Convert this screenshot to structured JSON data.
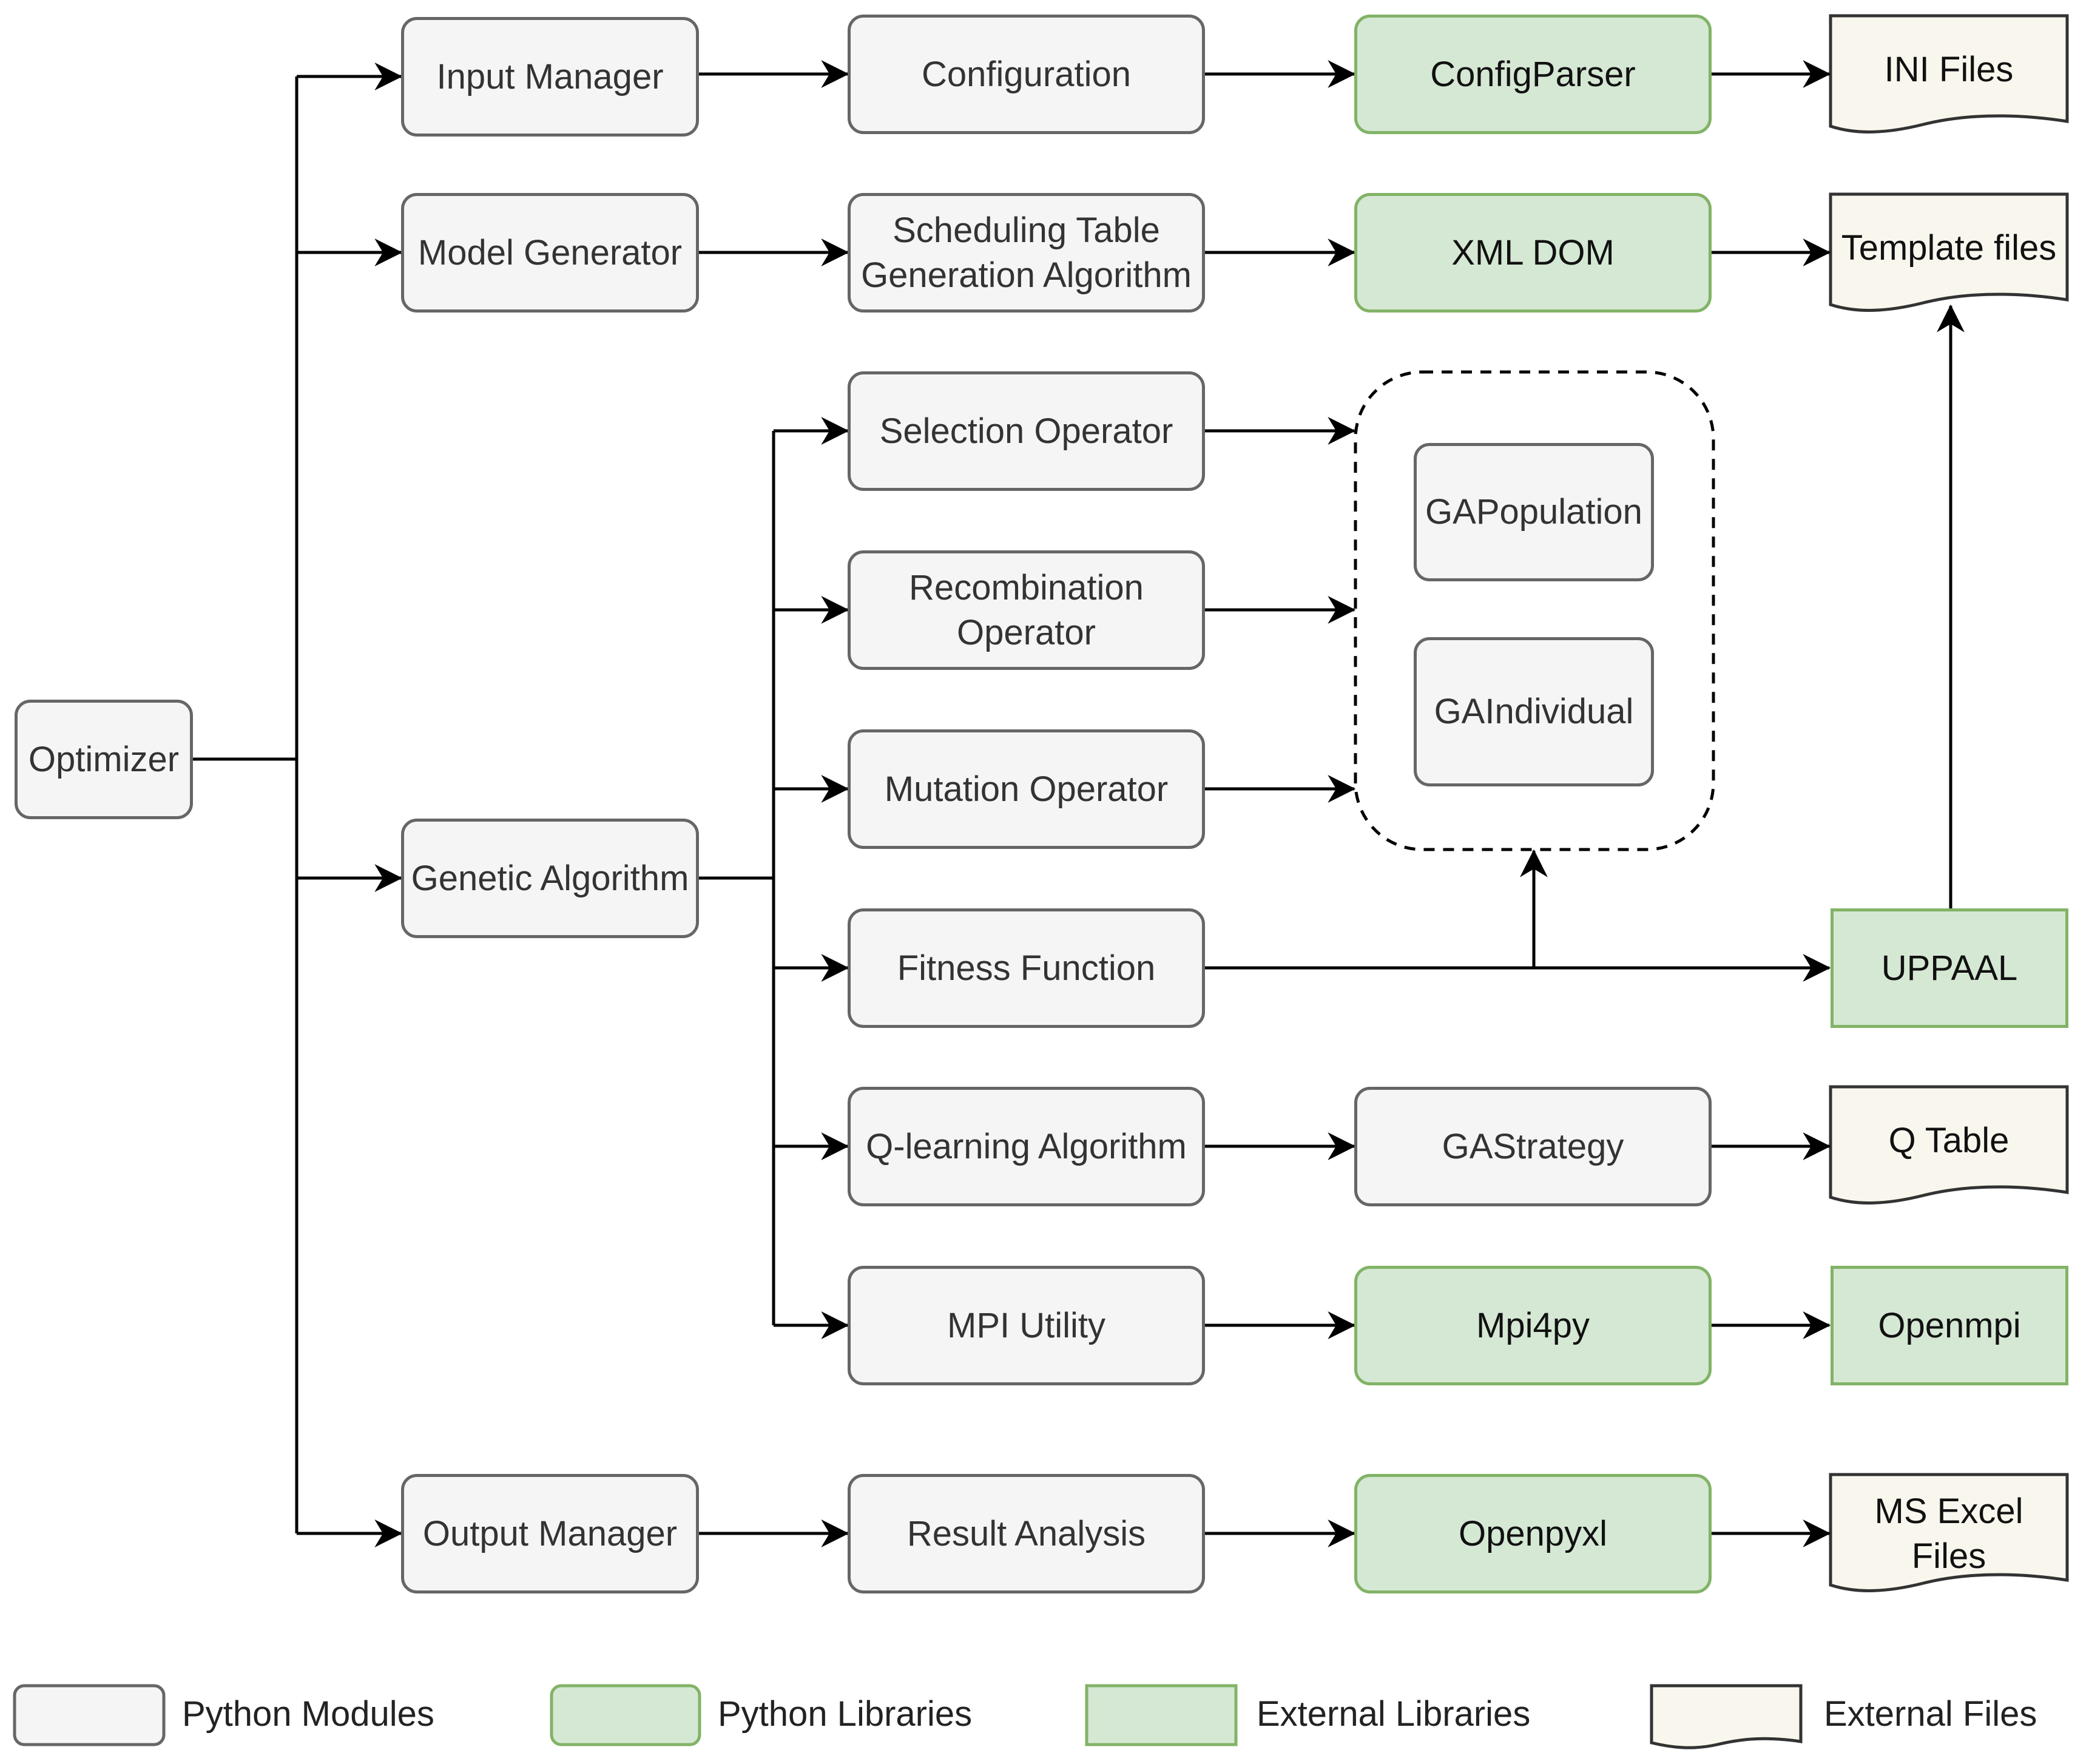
{
  "nodes": {
    "optimizer": "Optimizer",
    "input_manager": "Input Manager",
    "configuration": "Configuration",
    "configparser": "ConfigParser",
    "ini_files": "INI Files",
    "model_generator": "Model Generator",
    "scheduling_table": "Scheduling Table\nGeneration Algorithm",
    "xml_dom": "XML DOM",
    "template_files": "Template files",
    "selection_operator": "Selection Operator",
    "recombination_operator": "Recombination\nOperator",
    "mutation_operator": "Mutation Operator",
    "genetic_algorithm": "Genetic Algorithm",
    "ga_population": "GAPopulation",
    "ga_individual": "GAIndividual",
    "fitness_function": "Fitness Function",
    "uppaal": "UPPAAL",
    "q_learning": "Q-learning Algorithm",
    "ga_strategy": "GAStrategy",
    "q_table": "Q Table",
    "mpi_utility": "MPI Utility",
    "mpi4py": "Mpi4py",
    "openmpi": "Openmpi",
    "output_manager": "Output Manager",
    "result_analysis": "Result Analysis",
    "openpyxl": "Openpyxl",
    "ms_excel_files": "MS Excel\nFiles"
  },
  "legend": {
    "python_modules": "Python Modules",
    "python_libraries": "Python Libraries",
    "external_libraries": "External Libraries",
    "external_files": "External Files"
  },
  "colors": {
    "module_fill": "#f5f5f5",
    "module_stroke": "#666666",
    "library_fill": "#d5e8d4",
    "library_stroke": "#82b366",
    "file_fill": "#f9f7ed",
    "file_stroke": "#333333",
    "edge": "#000000"
  }
}
